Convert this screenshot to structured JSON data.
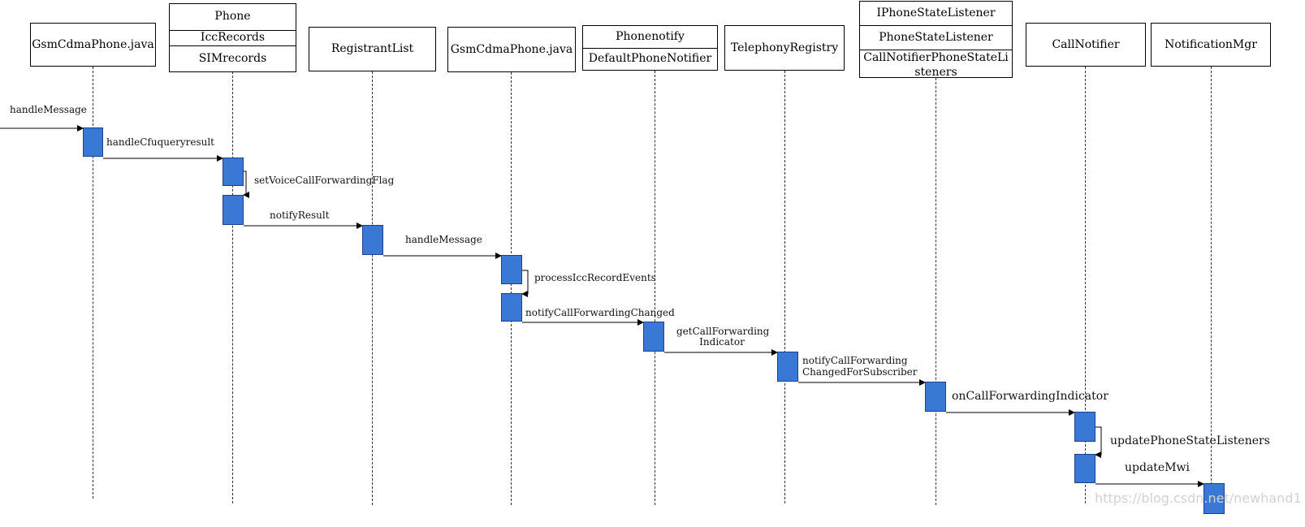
{
  "participants": {
    "gsm1": [
      "GsmCdmaPhone.java"
    ],
    "phone": [
      "Phone",
      "IccRecords",
      "SIMrecords"
    ],
    "registrant": [
      "RegistrantList"
    ],
    "gsm2": [
      "GsmCdmaPhone.java"
    ],
    "notifier": [
      "Phonenotify",
      "DefaultPhoneNotifier"
    ],
    "registry": [
      "TelephonyRegistry"
    ],
    "listener": [
      "IPhoneStateListener",
      "PhoneStateListener",
      "CallNotifierPhoneStateListeners"
    ],
    "callnotifier": [
      "CallNotifier"
    ],
    "notifmgr": [
      "NotificationMgr"
    ]
  },
  "messages": {
    "m1": "handleMessage",
    "m2": "handleCfuqueryresult",
    "m3": "setVoiceCallForwardingFlag",
    "m4": "notifyResult",
    "m5": "handleMessage",
    "m6": "processIccRecordEvents",
    "m7": "notifyCallForwardingChanged",
    "m8a": "getCallForwarding",
    "m8b": "Indicator",
    "m9a": "notifyCallForwarding",
    "m9b": "ChangedForSubscriber",
    "m10": "onCallForwardingIndicator",
    "m11": "updatePhoneStateListeners",
    "m12": "updateMwi"
  },
  "watermark": "https://blog.csdn.net/newhand1"
}
